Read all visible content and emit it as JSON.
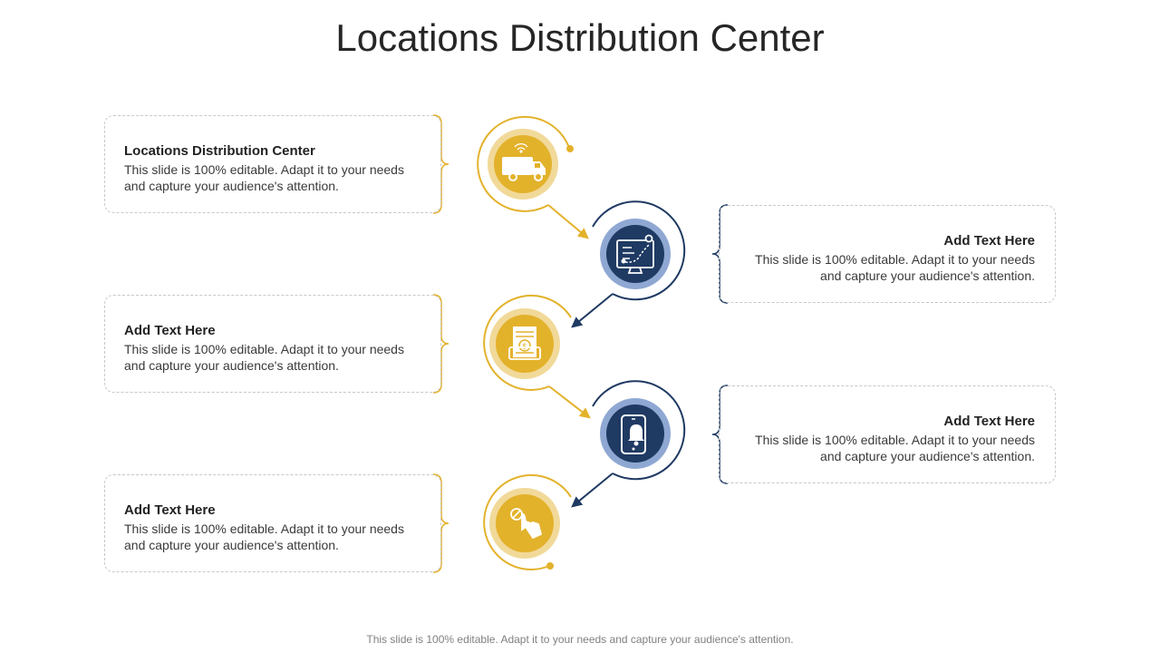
{
  "title": "Locations Distribution Center",
  "footer": "This slide is 100% editable. Adapt it to your needs and capture your audience's attention.",
  "colors": {
    "gold": "#E3B22B",
    "gold_light": "#F1D999",
    "navy": "#1F3A63",
    "navy_light": "#8FA8D3"
  },
  "steps": [
    {
      "heading": "Locations Distribution  Center",
      "body": "This slide is 100% editable.  Adapt it to your needs and capture your audience's attention.",
      "icon": "delivery-van-icon"
    },
    {
      "heading": "Add  Text Here",
      "body": "This slide is 100% editable.  Adapt it to your needs and capture your audience's attention.",
      "icon": "monitor-route-map-icon"
    },
    {
      "heading": "Add  Text Here",
      "body": "This slide is 100% editable.  Adapt it to your needs and capture your audience's attention.",
      "icon": "payment-invoice-icon"
    },
    {
      "heading": "Add  Text Here",
      "body": "This slide is 100% editable.  Adapt it to your needs and capture your audience's attention.",
      "icon": "phone-notification-icon"
    },
    {
      "heading": "Add  Text Here",
      "body": "This slide is 100% editable.  Adapt it to your needs and capture your audience's attention.",
      "icon": "hand-touch-icon"
    }
  ]
}
